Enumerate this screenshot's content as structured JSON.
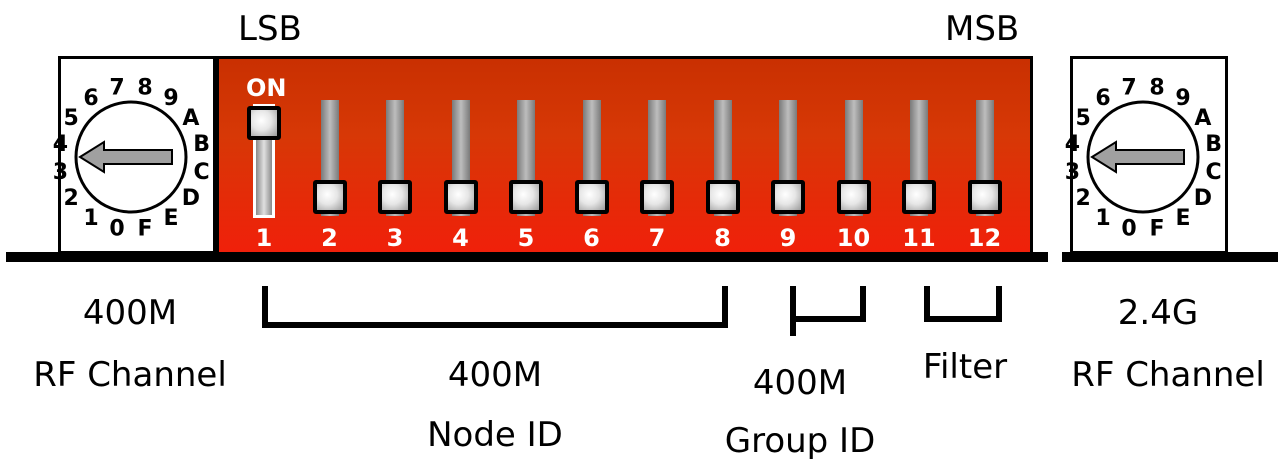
{
  "labels": {
    "lsb": "LSB",
    "msb": "MSB",
    "on": "ON"
  },
  "switches": [
    {
      "number": "1",
      "state": "on"
    },
    {
      "number": "2",
      "state": "off"
    },
    {
      "number": "3",
      "state": "off"
    },
    {
      "number": "4",
      "state": "off"
    },
    {
      "number": "5",
      "state": "off"
    },
    {
      "number": "6",
      "state": "off"
    },
    {
      "number": "7",
      "state": "off"
    },
    {
      "number": "8",
      "state": "off"
    },
    {
      "number": "9",
      "state": "off"
    },
    {
      "number": "10",
      "state": "off"
    },
    {
      "number": "11",
      "state": "off"
    },
    {
      "number": "12",
      "state": "off"
    }
  ],
  "dial_digits": [
    "0",
    "1",
    "2",
    "3",
    "4",
    "5",
    "6",
    "7",
    "8",
    "9",
    "A",
    "B",
    "C",
    "D",
    "E",
    "F"
  ],
  "dials": {
    "left": {
      "caption_line1": "400M",
      "caption_line2": "RF Channel",
      "pointer": "4"
    },
    "right": {
      "caption_line1": "2.4G",
      "caption_line2": "RF Channel",
      "pointer": "4"
    }
  },
  "groups": {
    "node_id": {
      "line1": "400M",
      "line2": "Node ID"
    },
    "group_id": {
      "line1": "400M",
      "line2": "Group ID"
    },
    "filter": {
      "line1": "Filter"
    }
  },
  "colors": {
    "switch_body_top": "#c93001",
    "switch_body_bottom": "#f0200a",
    "label_text": "#ffffff"
  }
}
